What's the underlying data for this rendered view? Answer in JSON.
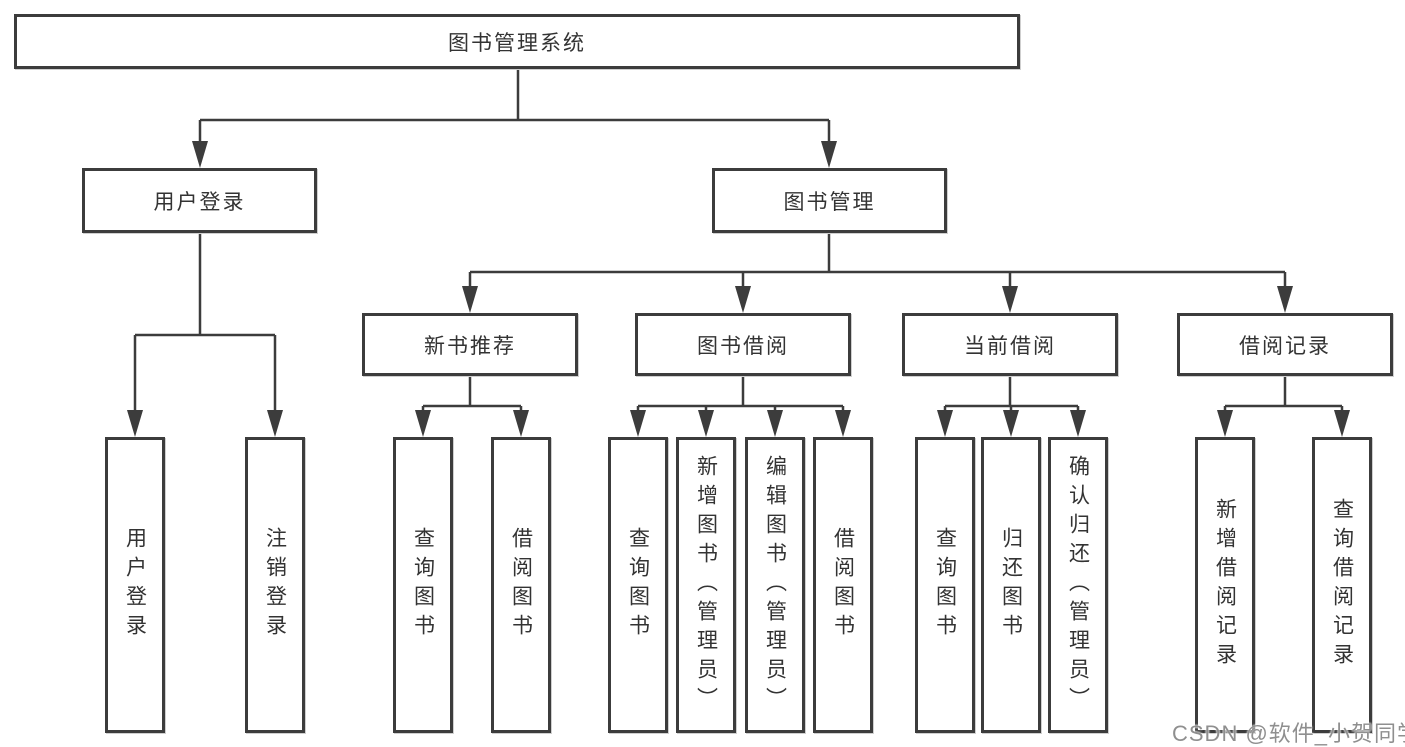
{
  "nodes": {
    "root": "图书管理系统",
    "userLogin": "用户登录",
    "bookManagement": "图书管理",
    "newBookRecommend": "新书推荐",
    "bookBorrow": "图书借阅",
    "currentBorrow": "当前借阅",
    "borrowRecords": "借阅记录",
    "leafUserLogin": "用户登录",
    "leafLogout": "注销登录",
    "leafQueryBooks1": "查询图书",
    "leafBorrowBooks1": "借阅图书",
    "leafQueryBooks2": "查询图书",
    "leafAddBooks": "新增图书（管理员）",
    "leafEditBooks": "编辑图书（管理员）",
    "leafBorrowBooks2": "借阅图书",
    "leafQueryBooks3": "查询图书",
    "leafReturnBooks": "归还图书",
    "leafConfirmReturn": "确认归还（管理员）",
    "leafAddBorrowRecord": "新增借阅记录",
    "leafQueryBorrowRecord": "查询借阅记录"
  },
  "watermark": "CSDN @软件_小贺同学",
  "colors": {
    "background": "#ffffff",
    "box_border": "#3c3c3c",
    "line": "#3c3c3c",
    "text": "#333333",
    "watermark": "#8f8f8f"
  }
}
